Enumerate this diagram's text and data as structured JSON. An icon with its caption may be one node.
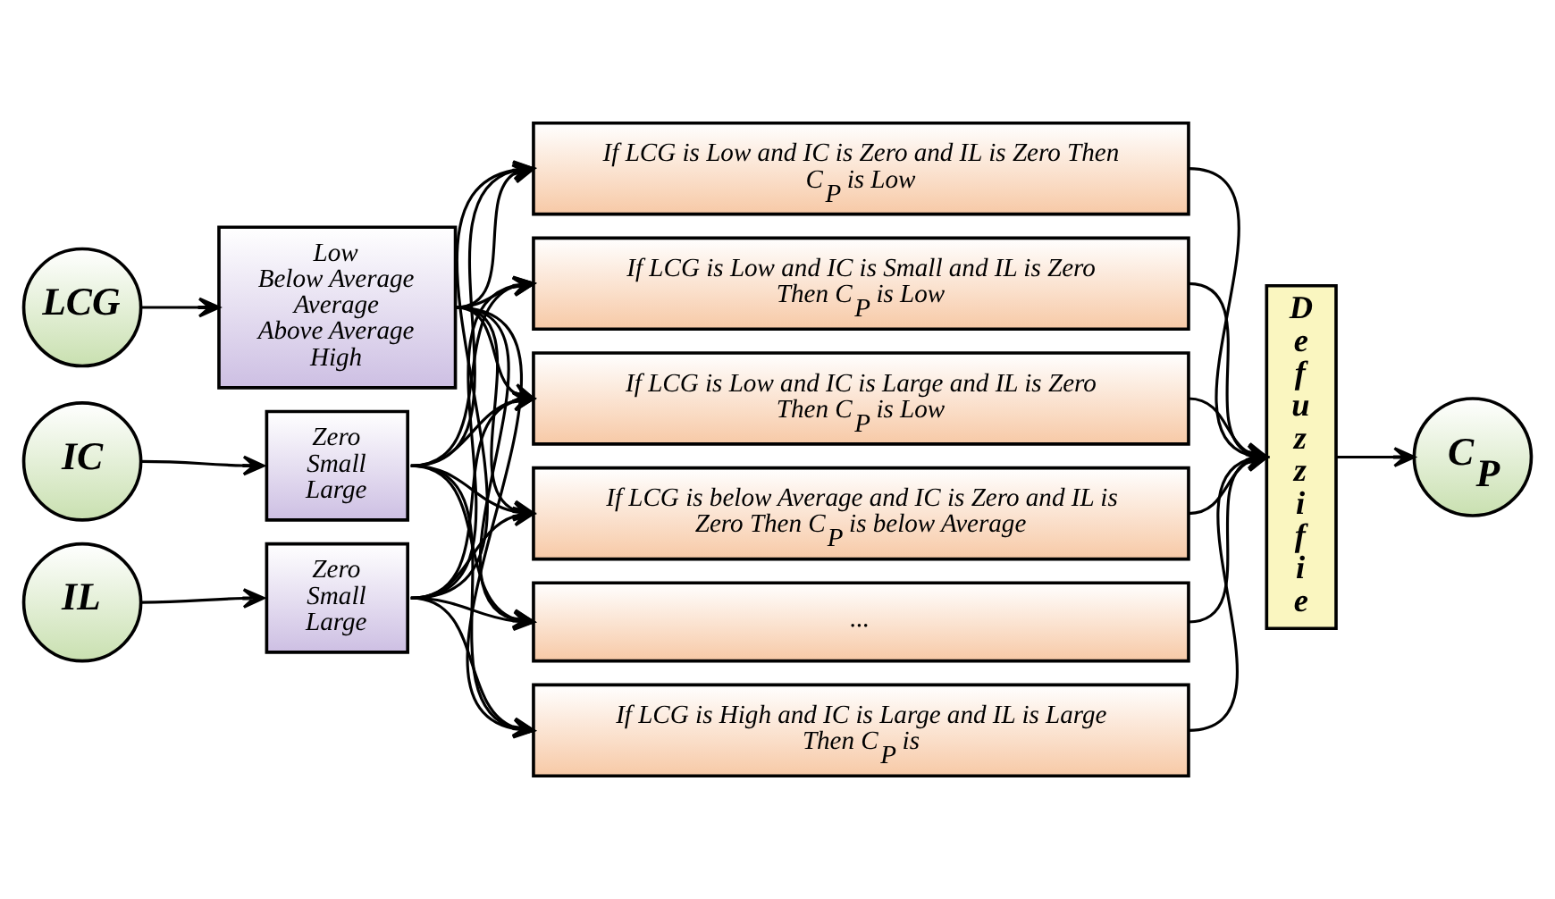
{
  "diagram": {
    "nodes": [
      {
        "text": [
          "LCG"
        ]
      },
      {
        "text": [
          "IC"
        ]
      },
      {
        "text": [
          "IL"
        ]
      },
      {
        "text": [
          "Low",
          "Below Average",
          "Average",
          "Above Average",
          "High"
        ]
      },
      {
        "text": [
          "Zero",
          "Small",
          "Large"
        ]
      },
      {
        "text": [
          "Zero",
          "Small",
          "Large"
        ]
      },
      {
        "text": [
          "If LCG is Low and IC is Zero and IL is Zero Then C$_{P}$ is Low"
        ]
      },
      {
        "text": [
          "If LCG is Low and IC is Small and IL is Zero Then C$_{P}$ is Low"
        ]
      },
      {
        "text": [
          "If LCG is Low and IC is Large and IL is Zero Then C$_{P}$ is Low"
        ]
      },
      {
        "text": [
          "If LCG is below Average and IC is Zero and IL is Zero Then C$_{P}$ is below Average"
        ]
      },
      {
        "text": [
          "..."
        ]
      },
      {
        "text": [
          "If LCG is High and IC is Large and IL is Large Then C$_{P}$ is"
        ]
      },
      {
        "text": [
          "Defuzzifie"
        ]
      },
      {
        "text": [
          "C$_{P}$"
        ]
      }
    ],
    "edges": [
      {
        "from": 0,
        "to": 3,
        "arrow": "to"
      },
      {
        "from": 1,
        "to": 4,
        "arrow": "to"
      },
      {
        "from": 2,
        "to": 5,
        "arrow": "to"
      },
      {
        "from": 3,
        "to": 6,
        "arrow": "to"
      },
      {
        "from": 4,
        "to": 6,
        "arrow": "to"
      },
      {
        "from": 5,
        "to": 6,
        "arrow": "to"
      },
      {
        "from": 3,
        "to": 7,
        "arrow": "to"
      },
      {
        "from": 4,
        "to": 7,
        "arrow": "to"
      },
      {
        "from": 5,
        "to": 7,
        "arrow": "to"
      },
      {
        "from": 3,
        "to": 8,
        "arrow": "to"
      },
      {
        "from": 4,
        "to": 8,
        "arrow": "to"
      },
      {
        "from": 5,
        "to": 8,
        "arrow": "to"
      },
      {
        "from": 3,
        "to": 9,
        "arrow": "to"
      },
      {
        "from": 4,
        "to": 9,
        "arrow": "to"
      },
      {
        "from": 5,
        "to": 9,
        "arrow": "to"
      },
      {
        "from": 3,
        "to": 10,
        "arrow": "to"
      },
      {
        "from": 4,
        "to": 10,
        "arrow": "to"
      },
      {
        "from": 5,
        "to": 10,
        "arrow": "to"
      },
      {
        "from": 3,
        "to": 11,
        "arrow": "to"
      },
      {
        "from": 4,
        "to": 11,
        "arrow": "to"
      },
      {
        "from": 5,
        "to": 11,
        "arrow": "to"
      },
      {
        "from": 6,
        "to": 12,
        "arrow": "to"
      },
      {
        "from": 7,
        "to": 12,
        "arrow": "to"
      },
      {
        "from": 8,
        "to": 12,
        "arrow": "to"
      },
      {
        "from": 9,
        "to": 12,
        "arrow": "to"
      },
      {
        "from": 10,
        "to": 12,
        "arrow": "to"
      },
      {
        "from": 11,
        "to": 12,
        "arrow": "to"
      },
      {
        "from": 12,
        "to": 13,
        "arrow": "to"
      }
    ]
  }
}
